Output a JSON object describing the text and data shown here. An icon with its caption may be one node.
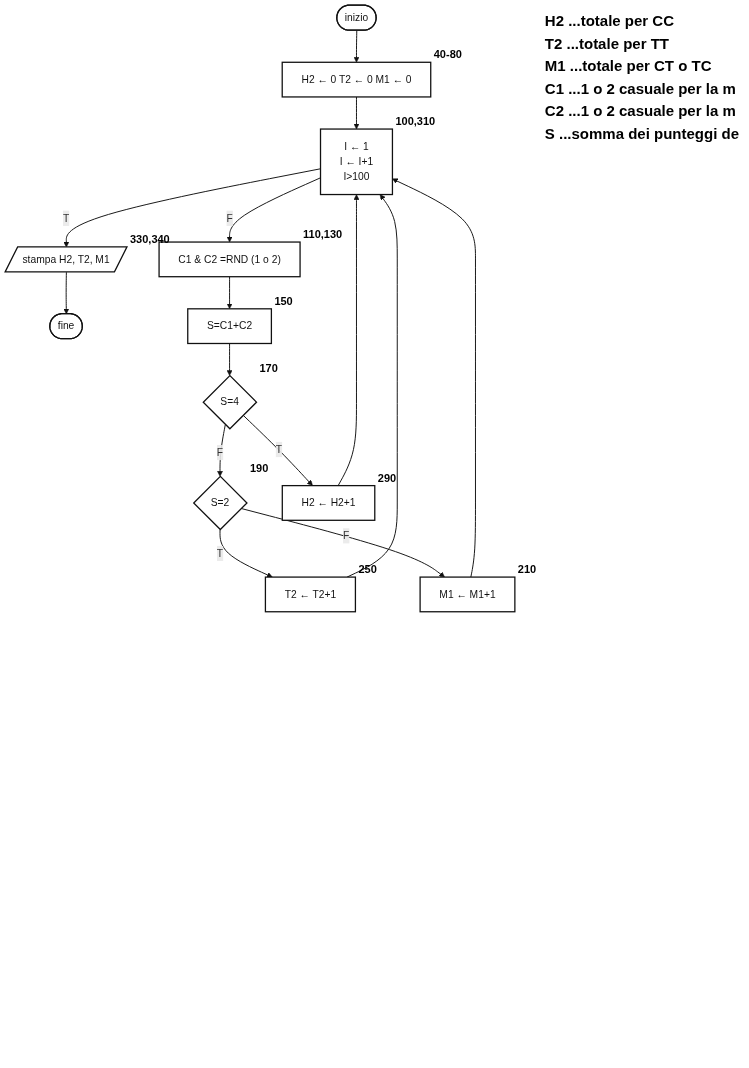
{
  "diagram": {
    "nodes": [
      {
        "text": [
          "inizio"
        ]
      },
      {
        "text": [
          "H2 ← 0 T2 ← 0 M1 ← 0"
        ],
        "beside": [
          "40-80"
        ]
      },
      {
        "text": [
          "I ← 1",
          "I ← I+1",
          "I>100"
        ],
        "beside": [
          "100,310"
        ]
      },
      {
        "text": [
          "C1 & C2 =RND (1 o 2)"
        ],
        "beside": [
          "110,130"
        ]
      },
      {
        "text": [
          "stampa H2, T2, M1"
        ],
        "beside": [
          "330,340"
        ]
      },
      {
        "text": [
          "fine"
        ]
      },
      {
        "text": [
          "S=C1+C2"
        ],
        "beside": [
          "150"
        ]
      },
      {
        "text": [
          "S=4"
        ],
        "beside": [
          "170"
        ]
      },
      {
        "text": [
          "S=2"
        ],
        "beside": [
          "190"
        ]
      },
      {
        "text": [
          "M1 ← M1+1"
        ],
        "beside": [
          "210"
        ]
      },
      {
        "text": [
          "T2 ← T2+1"
        ],
        "beside": [
          "250"
        ]
      },
      {
        "text": [
          "H2 ← H2+1"
        ],
        "beside": [
          "290"
        ]
      }
    ],
    "edges": [
      {
        "from": 0,
        "to": 1,
        "arrow": "to"
      },
      {
        "from": 1,
        "to": 2,
        "arrow": "to"
      },
      {
        "from": 2,
        "to": 4,
        "arrow": "to",
        "label": "T"
      },
      {
        "from": 2,
        "to": 3,
        "arrow": "to",
        "label": "F"
      },
      {
        "from": 4,
        "to": 5,
        "arrow": "to"
      },
      {
        "from": 3,
        "to": 6,
        "arrow": "to"
      },
      {
        "from": 6,
        "to": 7,
        "arrow": "to"
      },
      {
        "from": 7,
        "to": 11,
        "arrow": "to",
        "label": "T"
      },
      {
        "from": 7,
        "to": 8,
        "arrow": "to",
        "label": "F"
      },
      {
        "from": 8,
        "to": 10,
        "arrow": "to",
        "label": "T"
      },
      {
        "from": 8,
        "to": 9,
        "arrow": "to",
        "label": "F"
      },
      {
        "from": 9,
        "to": 2,
        "arrow": "to"
      },
      {
        "from": 10,
        "to": 2,
        "arrow": "to"
      },
      {
        "from": 11,
        "to": 2,
        "arrow": "to"
      }
    ],
    "labels": [
      "H2 ...totale per CC",
      "T2 ...totale per TT",
      "M1 ...totale per CT o TC",
      "C1 ...1 o 2 casuale per la m",
      "C2 ...1 o 2 casuale per la m",
      "S ...somma dei punteggi de"
    ]
  }
}
